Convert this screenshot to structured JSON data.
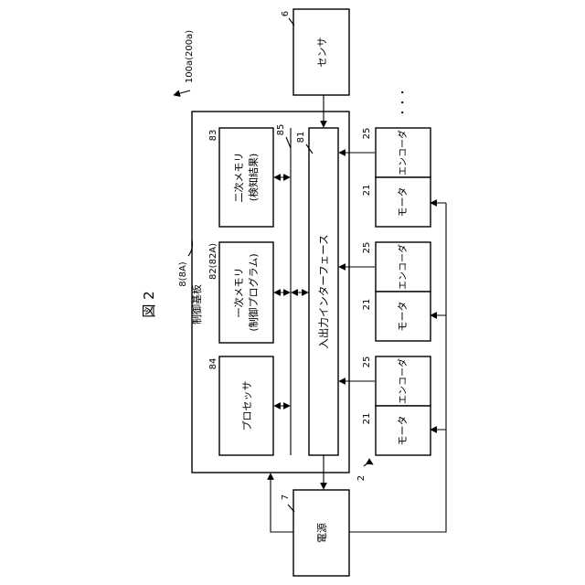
{
  "figure": {
    "title": "図 2",
    "system_ref": "100a(200a)",
    "control_board_label": "制御基板",
    "control_board_ref": "8(8A)",
    "sensor": {
      "label": "センサ",
      "ref": "6"
    },
    "power": {
      "label": "電源",
      "ref": "7"
    },
    "secondary_memory": {
      "line1": "二次メモリ",
      "line2": "(検知結果)",
      "ref": "83"
    },
    "primary_memory": {
      "line1": "一次メモリ",
      "line2": "(制御プログラム)",
      "ref": "82(82A)"
    },
    "processor": {
      "label": "プロセッサ",
      "ref": "84"
    },
    "io_interface": {
      "label": "入出力インターフェース",
      "ref": "81"
    },
    "bus_ref": "85",
    "motor_units": [
      {
        "encoder_label": "エンコーダ",
        "encoder_ref": "25",
        "motor_label": "モータ",
        "motor_ref": "21"
      },
      {
        "encoder_label": "エンコーダ",
        "encoder_ref": "25",
        "motor_label": "モータ",
        "motor_ref": "21"
      },
      {
        "encoder_label": "エンコーダ",
        "encoder_ref": "25",
        "motor_label": "モータ",
        "motor_ref": "21"
      }
    ],
    "motor_group_ref": "2",
    "ellipsis": "・・・"
  }
}
